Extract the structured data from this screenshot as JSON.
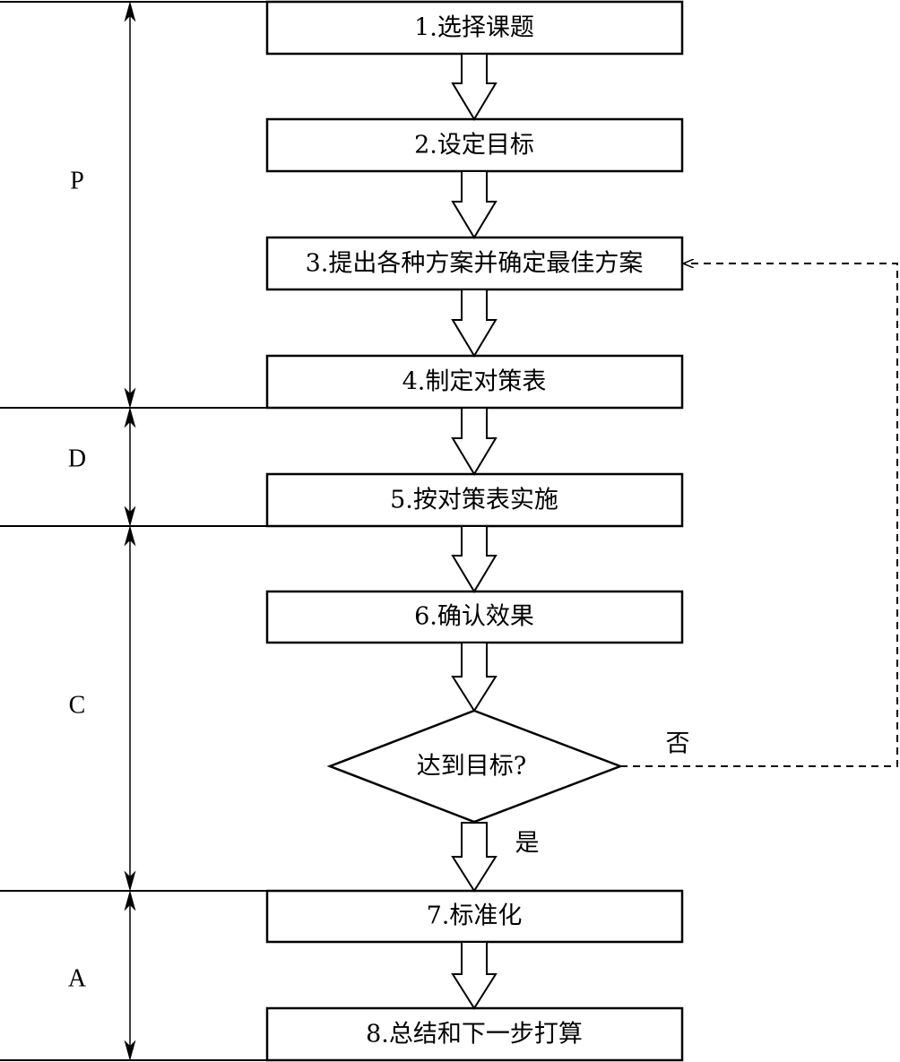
{
  "steps": [
    "1.选择课题",
    "2.设定目标",
    "3.提出各种方案并确定最佳方案",
    "4.制定对策表",
    "5.按对策表实施",
    "6.确认效果",
    "7.标准化",
    "8.总结和下一步打算"
  ],
  "decision": {
    "question": "达到目标?",
    "no_label": "否",
    "yes_label": "是"
  },
  "phases": [
    "P",
    "D",
    "C",
    "A"
  ]
}
